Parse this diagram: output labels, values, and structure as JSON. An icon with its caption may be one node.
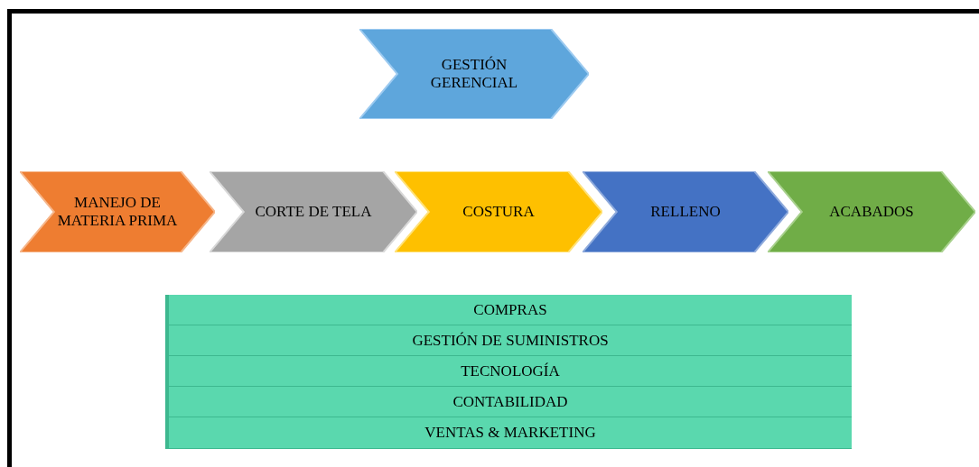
{
  "diagram": {
    "nodes": [
      {
        "text": [
          "GESTIÓN GERENCIAL"
        ]
      },
      {
        "text": [
          "MANEJO DE MATERIA PRIMA"
        ]
      },
      {
        "text": [
          "CORTE DE TELA"
        ]
      },
      {
        "text": [
          "COSTURA"
        ]
      },
      {
        "text": [
          "RELLENO"
        ]
      },
      {
        "text": [
          "ACABADOS"
        ]
      },
      {
        "text": [
          "COMPRAS"
        ]
      },
      {
        "text": [
          "GESTIÓN DE SUMINISTROS"
        ]
      },
      {
        "text": [
          "TECNOLOGÍA"
        ]
      },
      {
        "text": [
          "CONTABILIDAD"
        ]
      },
      {
        "text": [
          "VENTAS & MARKETING"
        ]
      }
    ]
  }
}
